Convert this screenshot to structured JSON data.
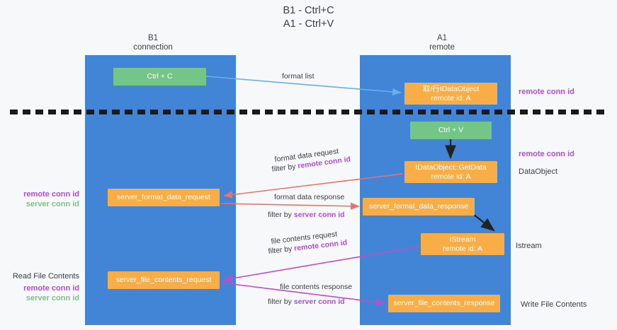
{
  "diagram": {
    "title": "B1 - Ctrl+C\nA1 - Ctrl+V",
    "columns": [
      {
        "label": "B1\nconnection"
      },
      {
        "label": "A1\nremote"
      }
    ],
    "nodes": {
      "ctrl_c": {
        "line1": "Ctrl + C",
        "line2": "",
        "color": "#73c687"
      },
      "get_dataobject": {
        "line1": "取/行IDataObject",
        "line2": "remote id: A",
        "color": "#f9ad47"
      },
      "ctrl_v": {
        "line1": "Ctrl + V",
        "line2": "",
        "color": "#73c687"
      },
      "idataobject_getdata": {
        "line1": "IDataObject::GetData",
        "line2": "remote id: A",
        "color": "#f9ad47"
      },
      "server_format_data_request": {
        "line1": "server_format_data_request",
        "line2": "",
        "color": "#f9ad47"
      },
      "server_format_data_response": {
        "line1": "server_format_data_response",
        "line2": "",
        "color": "#f9ad47"
      },
      "istream": {
        "line1": "IStream",
        "line2": "remote id: A",
        "color": "#f9ad47"
      },
      "server_file_contents_request": {
        "line1": "server_file_contents_request",
        "line2": "",
        "color": "#f9ad47"
      },
      "server_file_contents_response": {
        "line1": "server_file_contents_response",
        "line2": "",
        "color": "#f9ad47"
      }
    },
    "edge_labels": {
      "format_list": "format list",
      "format_data_request": "format data request",
      "filter_by_remote_1_prefix": "filter by ",
      "filter_by_remote_1_key": "remote conn id",
      "format_data_response": "format data response",
      "filter_by_server_1_prefix": "filter by ",
      "filter_by_server_1_key": "server conn id",
      "file_contents_request": "file contents request",
      "filter_by_remote_2_prefix": "filter by ",
      "filter_by_remote_2_key": "remote conn id",
      "file_contents_response": "file contents response",
      "filter_by_server_2_prefix": "filter by ",
      "filter_by_server_2_key": "server conn id"
    },
    "right_notes": {
      "remote_conn_id_top": "remote conn id",
      "remote_conn_id_mid": "remote conn id",
      "dataobject": "DataObject",
      "istream": "Istream",
      "write_file_contents": "Write File Contents"
    },
    "left_notes": {
      "remote_conn_id_1": "remote conn id",
      "server_conn_id_1": "server conn id",
      "read_file_contents": "Read File Contents",
      "remote_conn_id_2": "remote conn id",
      "server_conn_id_2": "server conn id"
    },
    "colors": {
      "lane": "#4285d6",
      "node_green": "#73c687",
      "node_orange": "#f9ad47",
      "accent_purple": "#b44bd6",
      "accent_green": "#7fbf8b",
      "arrow_blue": "#6ab0e8",
      "arrow_red": "#e8736c",
      "arrow_magenta": "#c44bc4",
      "arrow_black": "#222222",
      "background": "#f7f8fa"
    }
  }
}
